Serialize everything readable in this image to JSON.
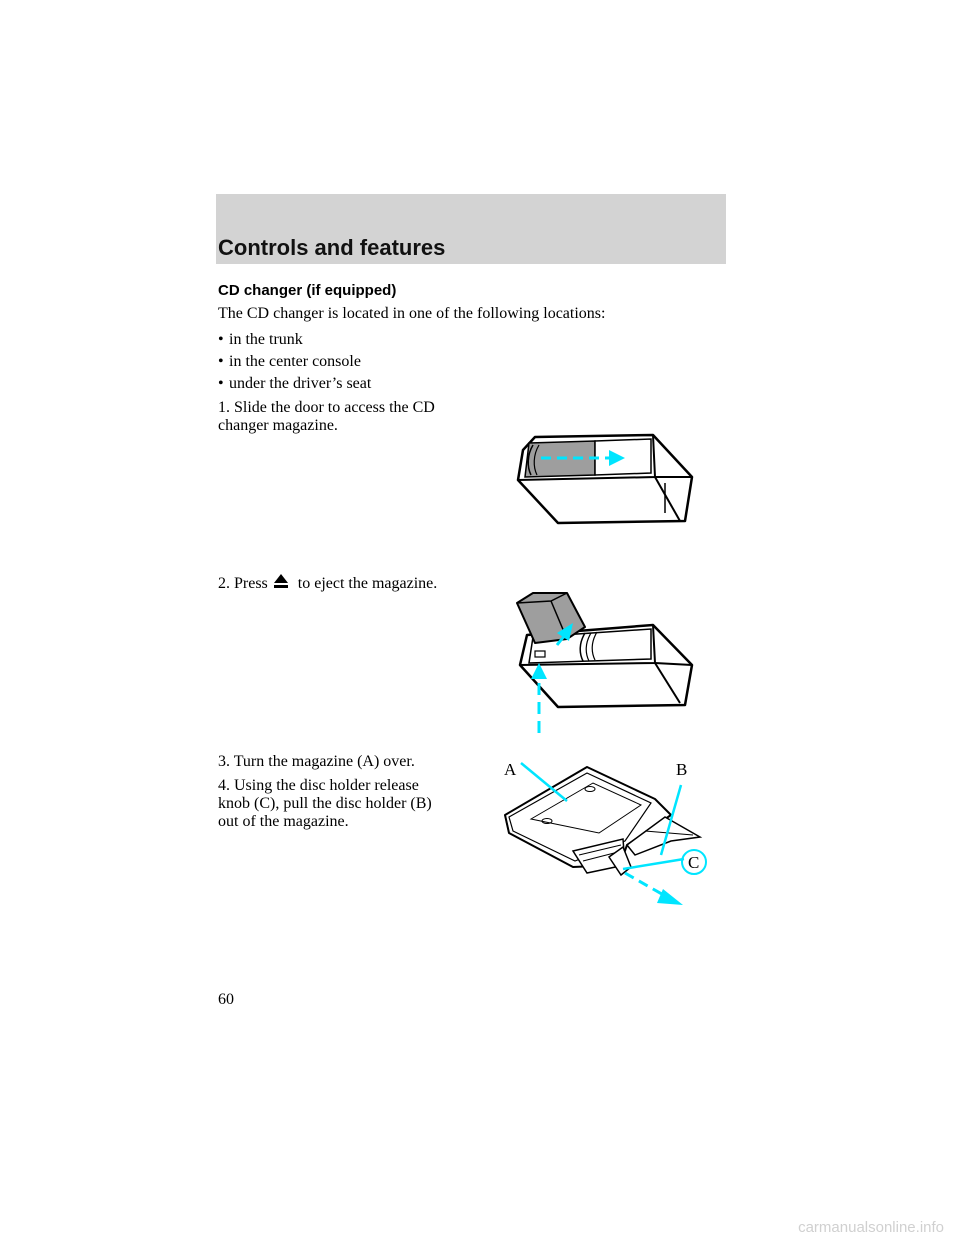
{
  "header": {
    "title": "Controls and features"
  },
  "section": {
    "heading": "CD changer (if equipped)",
    "intro": "The CD changer is located in one of the following locations:",
    "locations": [
      "in the trunk",
      "in the center console",
      "under the driver’s seat"
    ]
  },
  "steps": {
    "step1_line1": "1. Slide the door to access the CD",
    "step1_line2": "changer magazine.",
    "step2_before": "2. Press",
    "step2_after": "to eject the magazine.",
    "step3": "3. Turn the magazine (A) over.",
    "step4_line1": "4. Using the disc holder release",
    "step4_line2": "knob (C), pull the disc holder (B)",
    "step4_line3": "out of the magazine."
  },
  "figure3": {
    "label_a": "A",
    "label_b": "B",
    "label_c": "C"
  },
  "colors": {
    "header_band": "#d3d3d3",
    "arrow": "#00e5ff",
    "door_fill": "#9e9e9e"
  },
  "icons": {
    "eject": "eject-icon"
  },
  "page": {
    "number": "60"
  },
  "watermark": "carmanualsonline.info"
}
